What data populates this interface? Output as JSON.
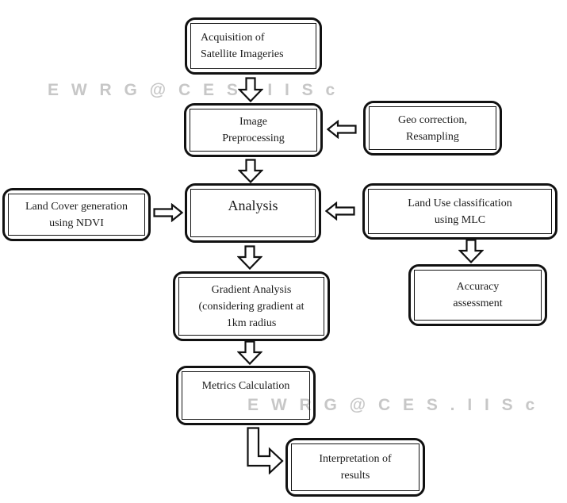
{
  "diagram_title": "Satellite imagery land-use analysis flowchart",
  "watermark": {
    "text": "E W R G @ C E S . I I S c"
  },
  "colors": {
    "background": "#ffffff",
    "border": "#111111",
    "text": "#1b1b1b",
    "watermark": "#c7c7c7"
  },
  "boxes": {
    "acquisition": {
      "lines": [
        "Acquisition of",
        "Satellite Imageries"
      ]
    },
    "image_preprocessing": {
      "lines": [
        "Image",
        "Preprocessing"
      ]
    },
    "geo_correction": {
      "lines": [
        "Geo correction,",
        "Resampling"
      ]
    },
    "analysis": {
      "lines": [
        "Analysis"
      ]
    },
    "land_cover": {
      "lines": [
        "Land Cover generation",
        "using NDVI"
      ]
    },
    "land_use": {
      "lines": [
        "Land Use classification",
        "using MLC"
      ]
    },
    "accuracy": {
      "lines": [
        "Accuracy",
        "assessment"
      ]
    },
    "gradient": {
      "lines": [
        "Gradient Analysis",
        "(considering gradient at",
        "1km radius"
      ]
    },
    "metrics": {
      "lines": [
        "Metrics Calculation"
      ]
    },
    "interpretation": {
      "lines": [
        "Interpretation of",
        "results"
      ]
    }
  },
  "edges": [
    {
      "from": "acquisition",
      "to": "image_preprocessing",
      "direction": "down"
    },
    {
      "from": "geo_correction",
      "to": "image_preprocessing",
      "direction": "left"
    },
    {
      "from": "image_preprocessing",
      "to": "analysis",
      "direction": "down"
    },
    {
      "from": "land_cover",
      "to": "analysis",
      "direction": "right"
    },
    {
      "from": "land_use",
      "to": "analysis",
      "direction": "left"
    },
    {
      "from": "land_use",
      "to": "accuracy",
      "direction": "down"
    },
    {
      "from": "analysis",
      "to": "gradient",
      "direction": "down"
    },
    {
      "from": "gradient",
      "to": "metrics",
      "direction": "down"
    },
    {
      "from": "metrics",
      "to": "interpretation",
      "direction": "elbow-right"
    }
  ]
}
